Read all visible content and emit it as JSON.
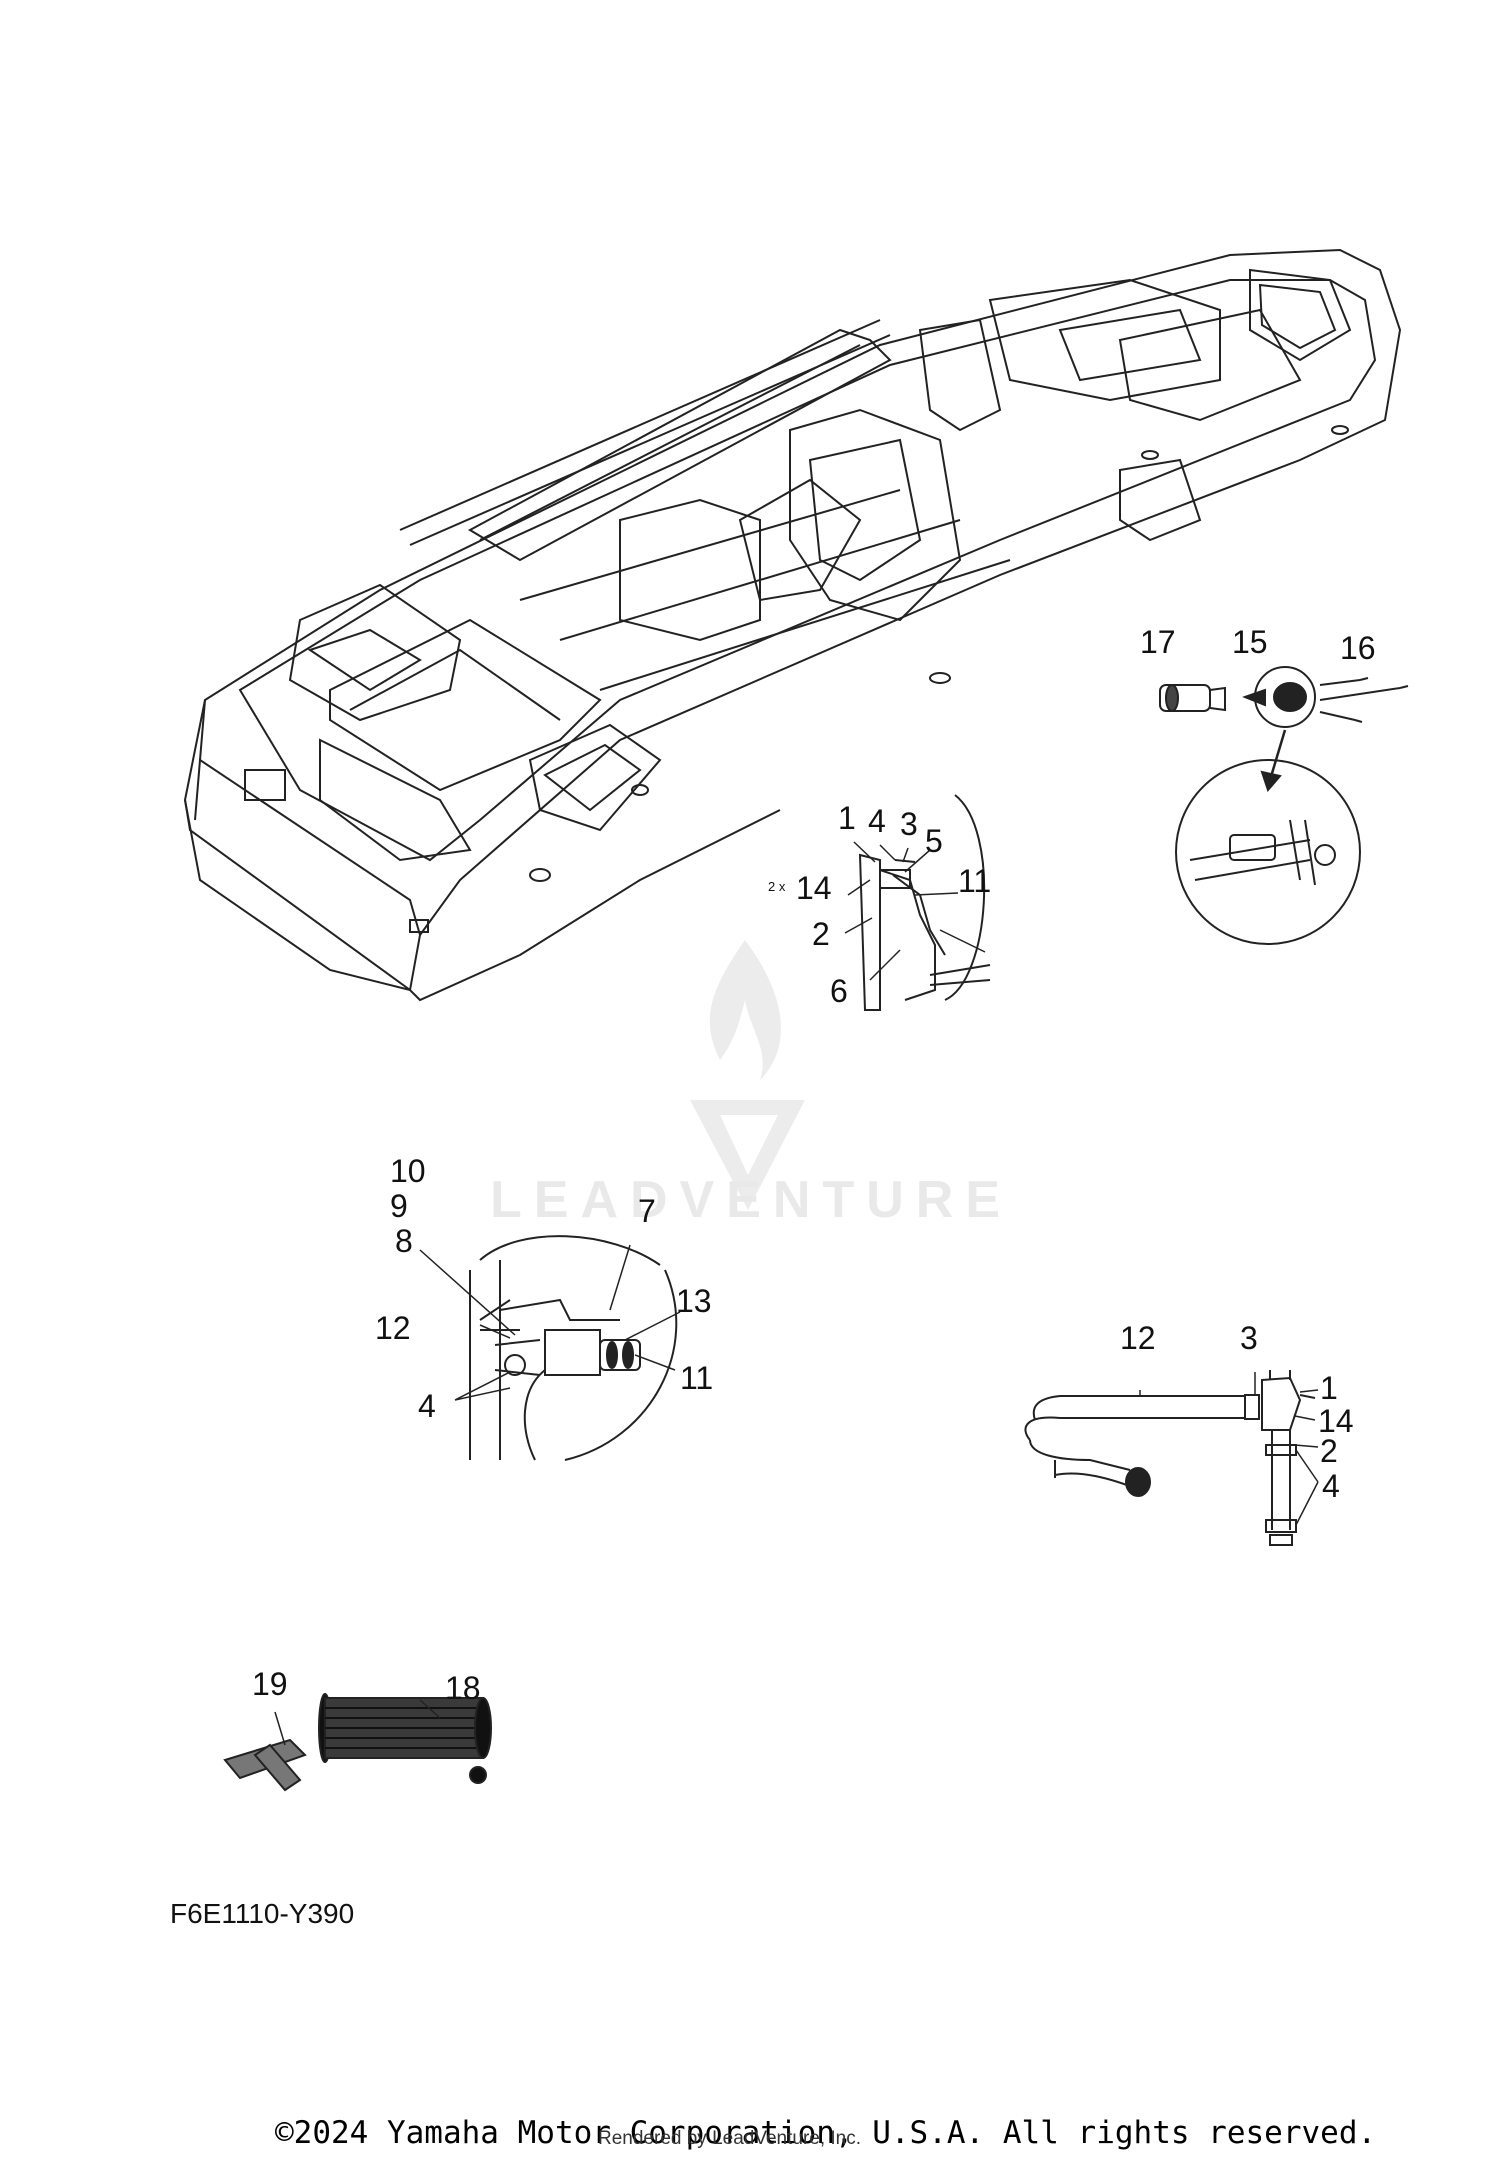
{
  "callouts": {
    "main": {
      "c17": "17",
      "c15": "15",
      "c16": "16"
    },
    "detail_a": {
      "c1": "1",
      "c4": "4",
      "c3": "3",
      "c5": "5",
      "c11": "11",
      "c14": "14",
      "c2x": "2 x",
      "c2": "2",
      "c6": "6"
    },
    "detail_b": {
      "c10": "10",
      "c9": "9",
      "c8": "8",
      "c7": "7",
      "c12": "12",
      "c13": "13",
      "c11": "11",
      "c4": "4"
    },
    "detail_c": {
      "c12": "12",
      "c3": "3",
      "c1": "1",
      "c14": "14",
      "c2": "2",
      "c4": "4"
    },
    "detail_d": {
      "c19": "19",
      "c18": "18"
    }
  },
  "diagram_code": "F6E1110-Y390",
  "watermark": "LEADVENTURE",
  "copyright": "©2024 Yamaha Motor Corporation, U.S.A. All rights reserved.",
  "rendered_by": "Rendered by LeadVenture, Inc."
}
